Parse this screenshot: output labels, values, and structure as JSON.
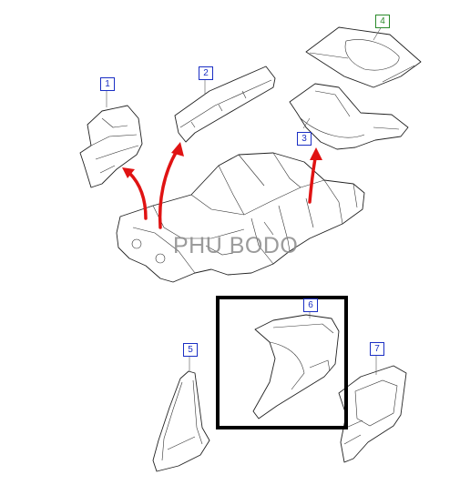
{
  "watermark": "PHU BODO",
  "callouts": [
    {
      "id": "1",
      "label": "1",
      "color": "#1a2ec4"
    },
    {
      "id": "2",
      "label": "2",
      "color": "#1a2ec4"
    },
    {
      "id": "3",
      "label": "3",
      "color": "#1a2ec4"
    },
    {
      "id": "4",
      "label": "4",
      "color": "#2a8a2a"
    },
    {
      "id": "5",
      "label": "5",
      "color": "#1a2ec4"
    },
    {
      "id": "6",
      "label": "6",
      "color": "#1a2ec4"
    },
    {
      "id": "7",
      "label": "7",
      "color": "#1a2ec4"
    }
  ],
  "highlight_color": "#000000",
  "arrow_color": "#e01313"
}
